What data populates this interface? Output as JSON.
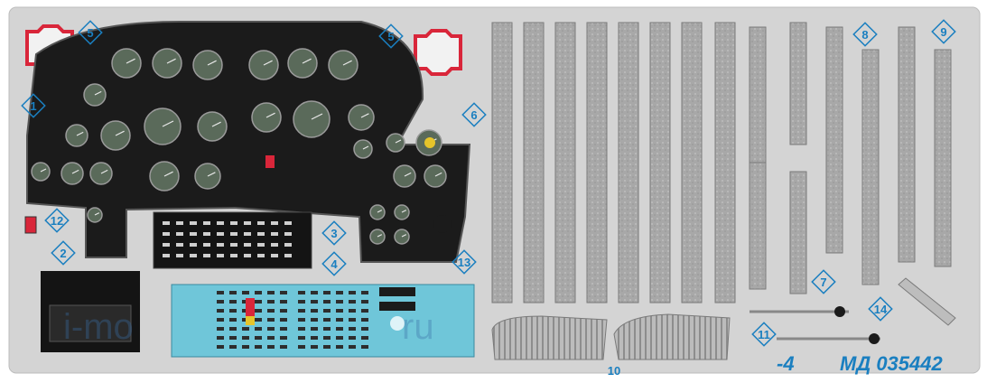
{
  "part_numbers": [
    "1",
    "2",
    "3",
    "4",
    "5",
    "5",
    "6",
    "7",
    "8",
    "9",
    "10",
    "11",
    "12",
    "13",
    "14"
  ],
  "product_code": "МД 035442",
  "product_suffix": "-4",
  "watermark": "i-mo",
  "watermark_tail": "ru",
  "colors": {
    "fret": "#d3d3d3",
    "panel": "#1b1b1b",
    "label": "#1a7fc0",
    "strip": "#a9a9a9",
    "cyan_panel": "#6fc6d9",
    "red_parts": "#d9263a"
  }
}
